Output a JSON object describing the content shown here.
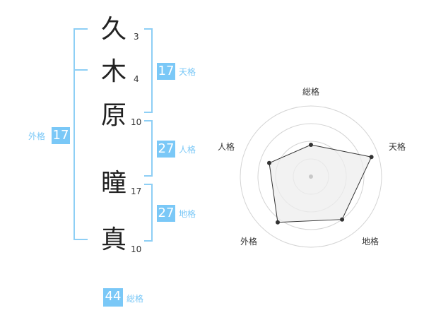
{
  "name": {
    "characters": [
      {
        "char": "久",
        "strokes": "3"
      },
      {
        "char": "木",
        "strokes": "4"
      },
      {
        "char": "原",
        "strokes": "10"
      },
      {
        "char": "瞳",
        "strokes": "17"
      },
      {
        "char": "真",
        "strokes": "10"
      }
    ]
  },
  "fortunes": {
    "tenkaku": {
      "value": "17",
      "label": "天格"
    },
    "jinkaku": {
      "value": "27",
      "label": "人格"
    },
    "chikaku": {
      "value": "27",
      "label": "地格"
    },
    "gaikaku": {
      "value": "17",
      "label": "外格"
    },
    "soukaku": {
      "value": "44",
      "label": "総格"
    }
  },
  "chart_data": {
    "type": "radar",
    "axes": [
      "総格",
      "天格",
      "地格",
      "外格",
      "人格"
    ],
    "values": [
      0.45,
      0.9,
      0.75,
      0.8,
      0.62
    ],
    "max": 1,
    "rings": 4,
    "grid": true,
    "colors": {
      "fill": "#ededed",
      "line": "#333333",
      "grid": "#d4d4d4",
      "point": "#333333",
      "center": "#c8c8c8"
    }
  },
  "colors": {
    "accent": "#7ac8f7",
    "bracket": "#8ecff5"
  }
}
